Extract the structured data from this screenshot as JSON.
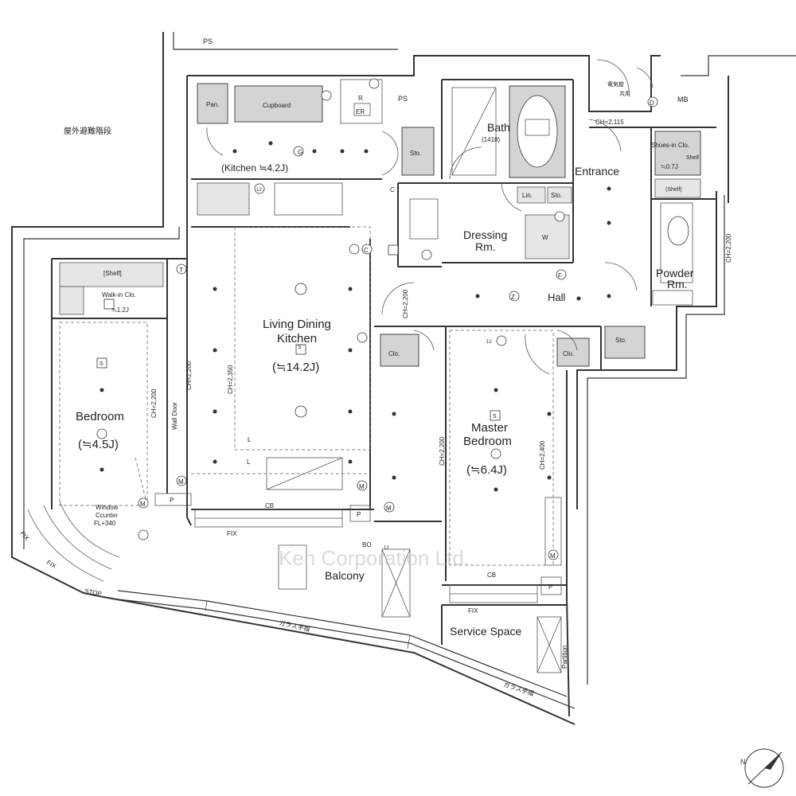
{
  "rooms": {
    "outdoor_stairs": "屋外避難階段",
    "ps_top": "PS",
    "ps_mid": "PS",
    "pantry": "Pan.",
    "cupboard": "Cupboard",
    "r_label": "R",
    "er_label": "ER",
    "kitchen": "(Kitchen ≒4.2J)",
    "sto_kitchen": "Sto.",
    "bath": "Bath",
    "bath_size": "(1418)",
    "mb": "MB",
    "meter_label": "電気錠",
    "meter_sub": "共用",
    "ch_entrance": "CH=2,115",
    "shoes_clo": "Shoes-in Clo.",
    "shoes_clo_size": "≒0.7J",
    "shelf_entrance": "Shelf",
    "shelf_small": "(Shelf)",
    "entrance": "Entrance",
    "lin": "Lin.",
    "sto_dressing": "Sto.",
    "dressing_line1": "Dressing",
    "dressing_line2": "Rm.",
    "w_dressing": "W",
    "powder_line1": "Powder",
    "powder_line2": "Rm.",
    "ch_powder": "CH=2,200",
    "hall": "Hall",
    "ldk_line1": "Living Dining",
    "ldk_line2": "Kitchen",
    "ldk_size": "(≒14.2J)",
    "shelf_bed": "[Shelf]",
    "walkin_clo": "Walk-in Clo.",
    "walkin_size": "≒1.2J",
    "bedroom": "Bedroom",
    "bedroom_size": "(≒4.5J)",
    "wall_door": "Wall Door",
    "ch_bed": "CH=2,200",
    "ch_ldk1": "CH=2,200",
    "ch_ldk2": "CH=2,350",
    "ch_hall": "CH=2,200",
    "clo_master": "Clo.",
    "clo_hall": "Clo.",
    "sto_hall": "Sto.",
    "master_line1": "Master",
    "master_line2": "Bedroom",
    "master_size": "(≒6.4J)",
    "ch_master1": "CH=2,200",
    "ch_master2": "CH=2,400",
    "window_counter_1": "Window",
    "window_counter_2": "Ccunter",
    "window_counter_3": "FL+340",
    "cb_ldk": "CB",
    "cb_master": "CB",
    "fix_ldk": "FIX",
    "fix_master": "FIX",
    "fix_left1": "FIX",
    "fix_left2": "FIX",
    "stop": "STOP",
    "p_ldk": "P",
    "p_bed": "P",
    "p_master": "P",
    "bo": "BO",
    "balcony": "Balcony",
    "railing1": "ガラス手摺",
    "railing2": "ガラス手摺",
    "service_space": "Service Space",
    "partition": "Partition",
    "watermark": "Ken Corporation Ltd."
  },
  "symbols": {
    "s": "S",
    "g": "G",
    "c": "C",
    "d": "D",
    "f": "F",
    "z": "Z",
    "l": "L",
    "m": "M",
    "t": "T",
    "num12": "12"
  },
  "icons": {
    "compass": "compass-north-icon"
  },
  "colors": {
    "wall": "#333333",
    "fixture_fill": "#d4d4d4",
    "background": "#ffffff"
  }
}
